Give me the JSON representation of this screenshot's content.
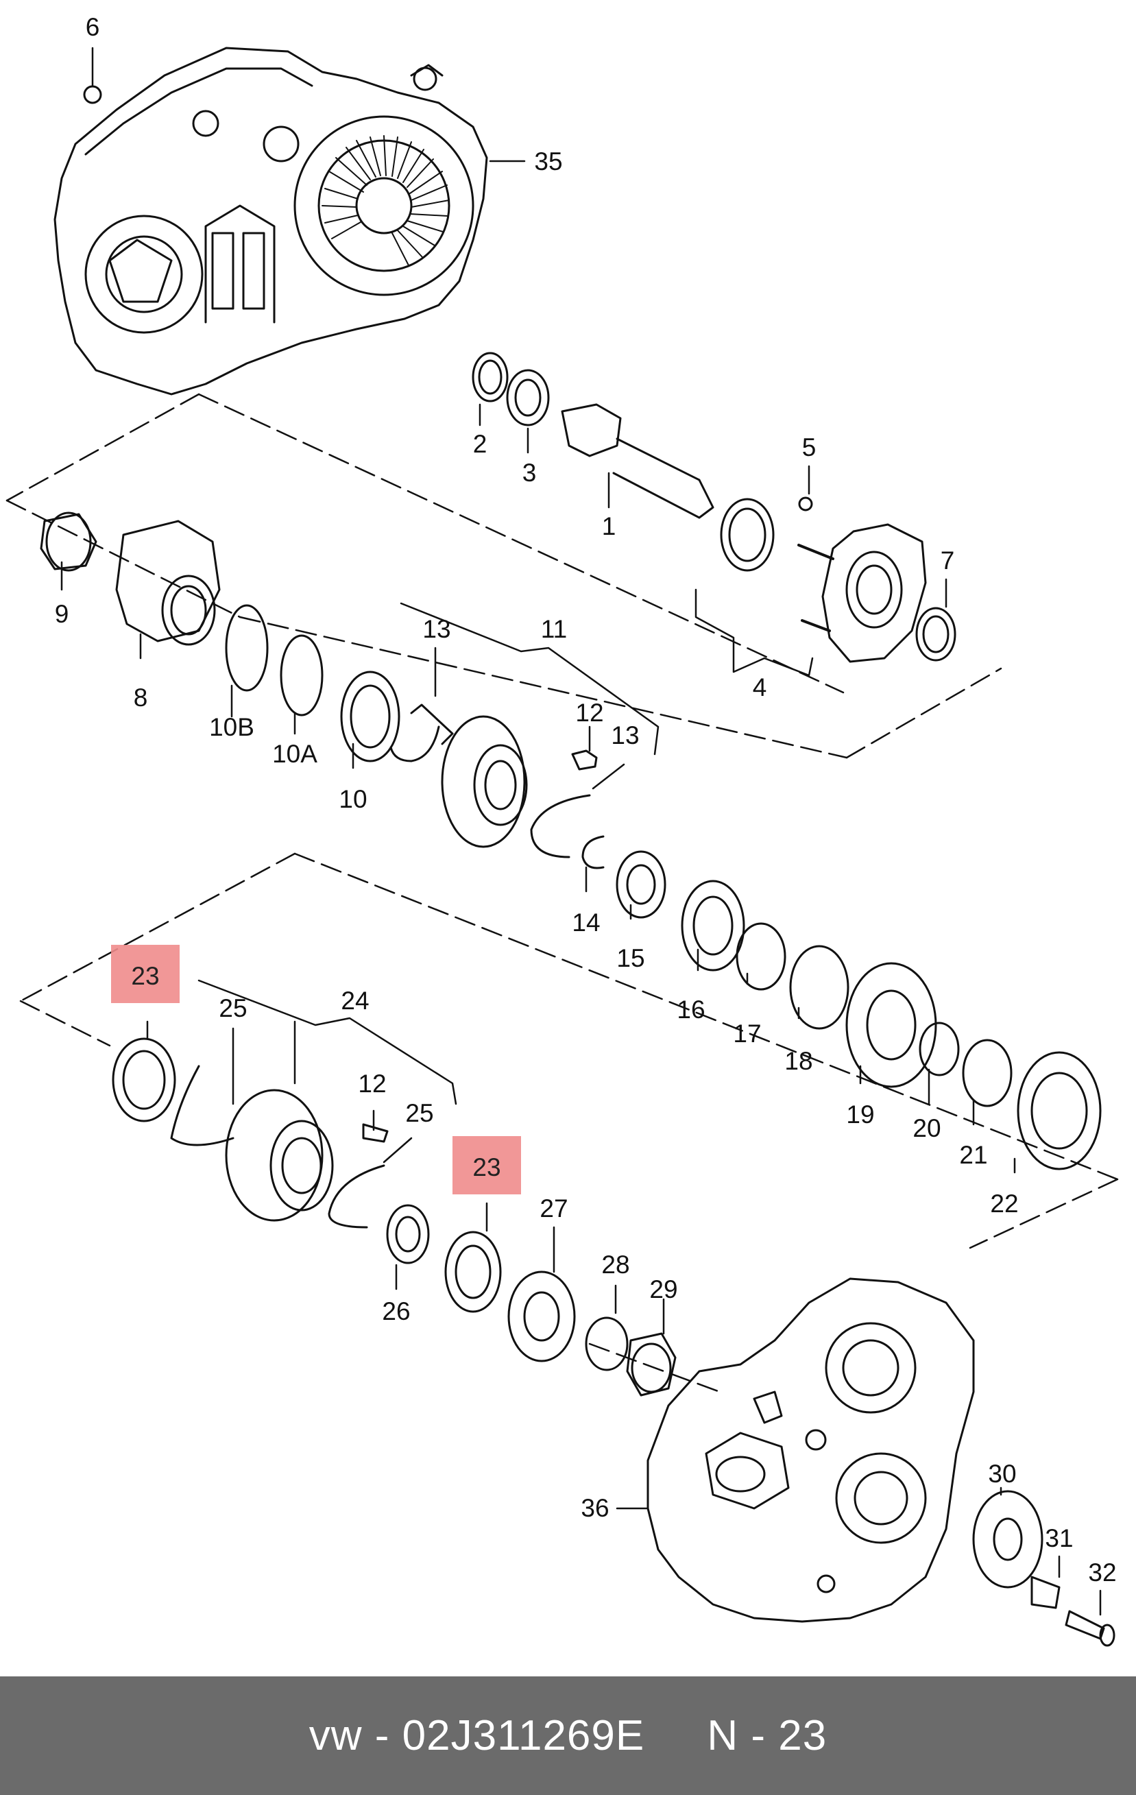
{
  "diagram": {
    "labels": [
      {
        "id": "l6",
        "text": "6"
      },
      {
        "id": "l35",
        "text": "35"
      },
      {
        "id": "l2",
        "text": "2"
      },
      {
        "id": "l3",
        "text": "3"
      },
      {
        "id": "l1",
        "text": "1"
      },
      {
        "id": "l5",
        "text": "5"
      },
      {
        "id": "l7",
        "text": "7"
      },
      {
        "id": "l4",
        "text": "4"
      },
      {
        "id": "l9",
        "text": "9"
      },
      {
        "id": "l8",
        "text": "8"
      },
      {
        "id": "l10B",
        "text": "10B"
      },
      {
        "id": "l10A",
        "text": "10A"
      },
      {
        "id": "l10",
        "text": "10"
      },
      {
        "id": "l13a",
        "text": "13"
      },
      {
        "id": "l11",
        "text": "11"
      },
      {
        "id": "l12a",
        "text": "12"
      },
      {
        "id": "l13b",
        "text": "13"
      },
      {
        "id": "l14",
        "text": "14"
      },
      {
        "id": "l15",
        "text": "15"
      },
      {
        "id": "l16",
        "text": "16"
      },
      {
        "id": "l17",
        "text": "17"
      },
      {
        "id": "l18",
        "text": "18"
      },
      {
        "id": "l19",
        "text": "19"
      },
      {
        "id": "l20",
        "text": "20"
      },
      {
        "id": "l21",
        "text": "21"
      },
      {
        "id": "l22",
        "text": "22"
      },
      {
        "id": "l23a",
        "text": "23",
        "highlighted": true
      },
      {
        "id": "l25a",
        "text": "25"
      },
      {
        "id": "l24",
        "text": "24"
      },
      {
        "id": "l12b",
        "text": "12"
      },
      {
        "id": "l25b",
        "text": "25"
      },
      {
        "id": "l23b",
        "text": "23",
        "highlighted": true
      },
      {
        "id": "l27",
        "text": "27"
      },
      {
        "id": "l26",
        "text": "26"
      },
      {
        "id": "l28",
        "text": "28"
      },
      {
        "id": "l29",
        "text": "29"
      },
      {
        "id": "l36",
        "text": "36"
      },
      {
        "id": "l30",
        "text": "30"
      },
      {
        "id": "l31",
        "text": "31"
      },
      {
        "id": "l32",
        "text": "32"
      }
    ],
    "highlight_color": "#f08c8c"
  },
  "footer": {
    "text": "vw - 02J311269E     N - 23"
  }
}
